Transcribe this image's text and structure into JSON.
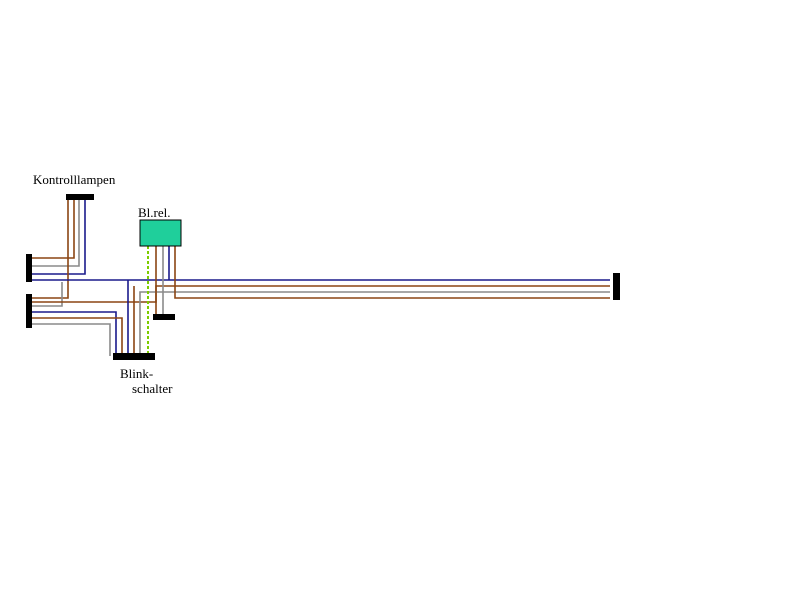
{
  "labels": {
    "kontrolllampen": "Kontrolllampen",
    "relay": "Bl.rel.",
    "switch_line1": "Blink-",
    "switch_line2": "schalter"
  },
  "colors": {
    "background": "#ffffff",
    "connector": "#000000",
    "relay_fill": "#1fcf9b",
    "relay_border": "#000000",
    "wire_blue": "#1a1a8c",
    "wire_brown": "#8b4513",
    "wire_gray": "#8a8a8a",
    "wire_green_dashed": "#7ccc00"
  },
  "icons": {
    "connector": "connector-bar-icon",
    "relay": "relay-box-icon"
  }
}
